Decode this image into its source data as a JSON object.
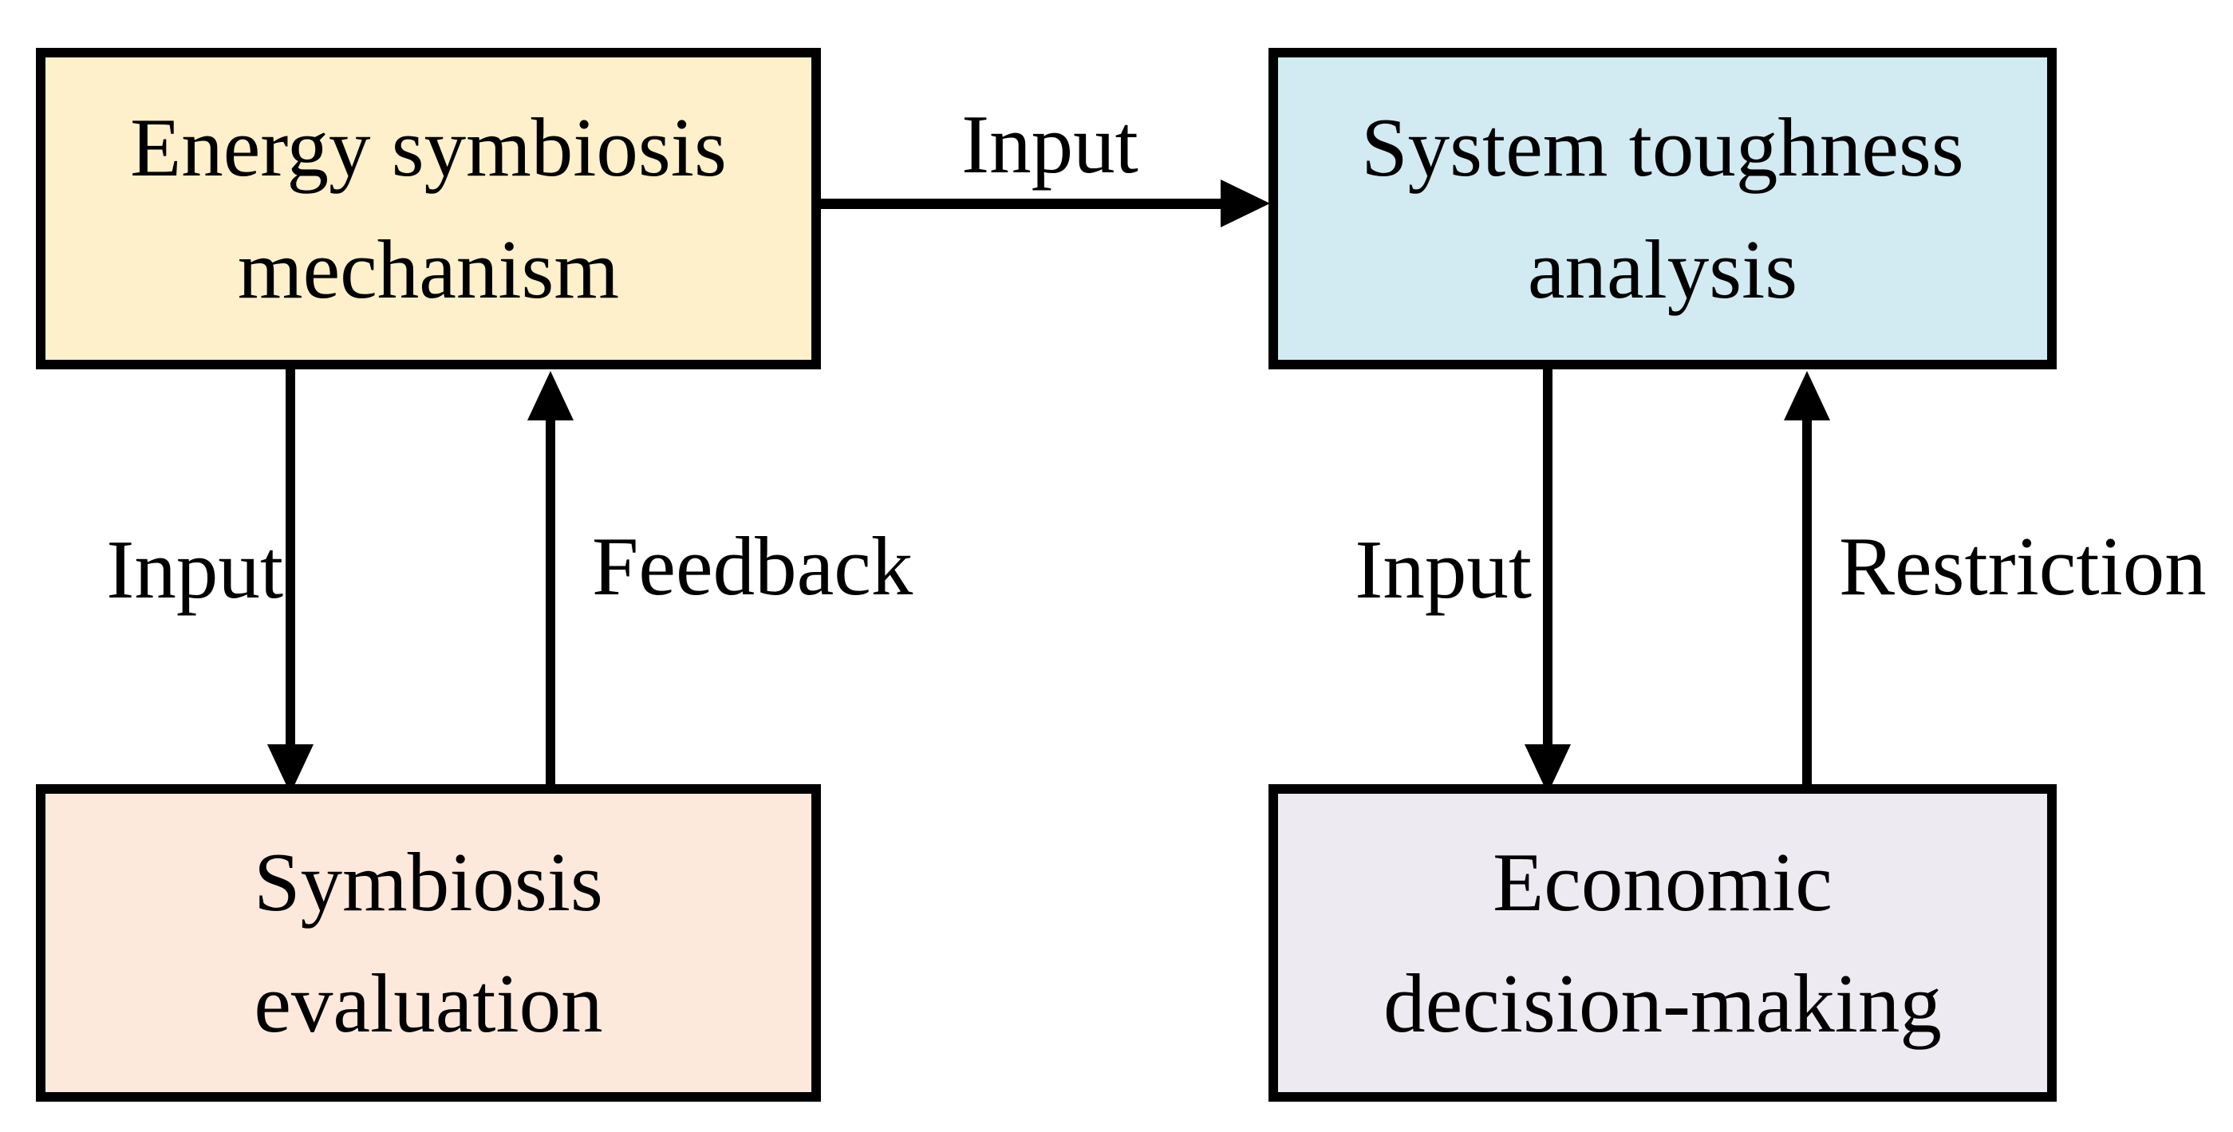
{
  "diagram": {
    "colors": {
      "stroke": "#000000",
      "text": "#000000",
      "background": "#ffffff"
    },
    "boxes": [
      {
        "name": "energy-symbiosis-mechanism",
        "label": "Energy symbiosis\nmechanism",
        "fill": "#fdf0ca"
      },
      {
        "name": "system-toughness-analysis",
        "label": "System toughness\nanalysis",
        "fill": "#d2eaf1"
      },
      {
        "name": "symbiosis-evaluation",
        "label": "Symbiosis\nevaluation",
        "fill": "#fde9dc"
      },
      {
        "name": "economic-decision-making",
        "label": "Economic\ndecision-making",
        "fill": "#eeeaf1"
      }
    ],
    "arrows": [
      {
        "name": "input-top",
        "label": "Input",
        "from": "Energy symbiosis mechanism",
        "to": "System toughness analysis",
        "direction": "right"
      },
      {
        "name": "input-left",
        "label": "Input",
        "from": "Energy symbiosis mechanism",
        "to": "Symbiosis evaluation",
        "direction": "down"
      },
      {
        "name": "feedback",
        "label": "Feedback",
        "from": "Symbiosis evaluation",
        "to": "Energy symbiosis mechanism",
        "direction": "up"
      },
      {
        "name": "input-right",
        "label": "Input",
        "from": "System toughness analysis",
        "to": "Economic decision-making",
        "direction": "down"
      },
      {
        "name": "restriction",
        "label": "Restriction",
        "from": "Economic decision-making",
        "to": "System toughness analysis",
        "direction": "up"
      }
    ]
  }
}
